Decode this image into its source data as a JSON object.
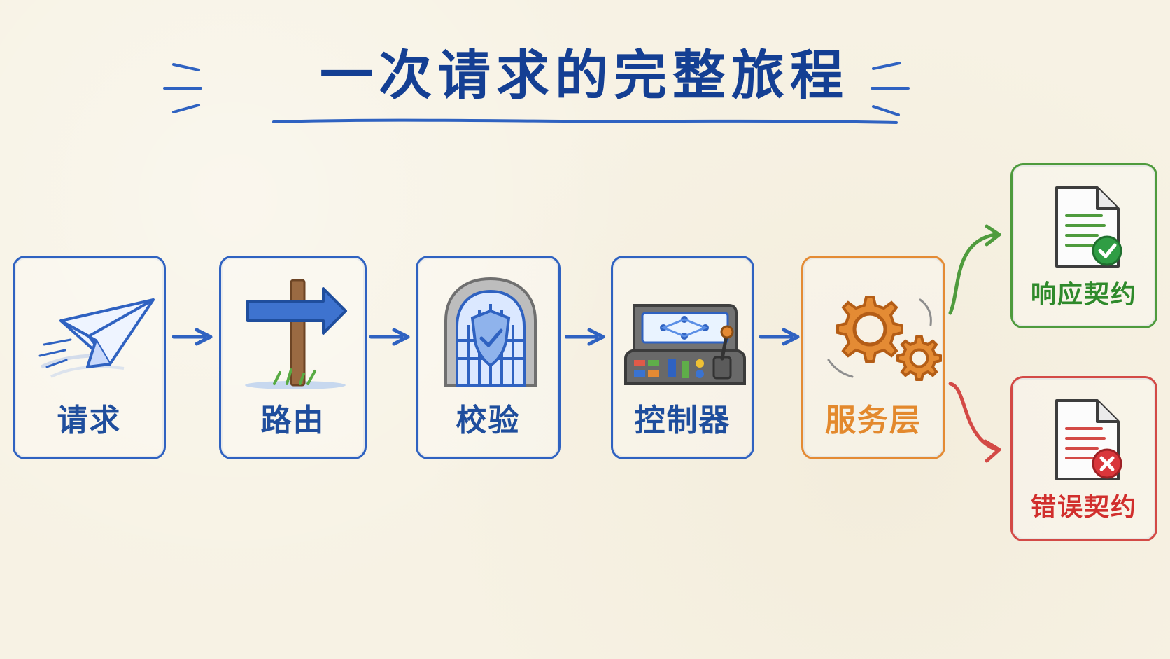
{
  "title": "一次请求的完整旅程",
  "steps": [
    {
      "label": "请求"
    },
    {
      "label": "路由"
    },
    {
      "label": "校验"
    },
    {
      "label": "控制器"
    },
    {
      "label": "服务层"
    }
  ],
  "outcomes": [
    {
      "label": "响应契约"
    },
    {
      "label": "错误契约"
    }
  ],
  "colors": {
    "title": "#143f93",
    "blue": "#2f62c1",
    "orange": "#e48b34",
    "green": "#4f9b3d",
    "red": "#d34a46",
    "background": "#f7f2e4"
  }
}
